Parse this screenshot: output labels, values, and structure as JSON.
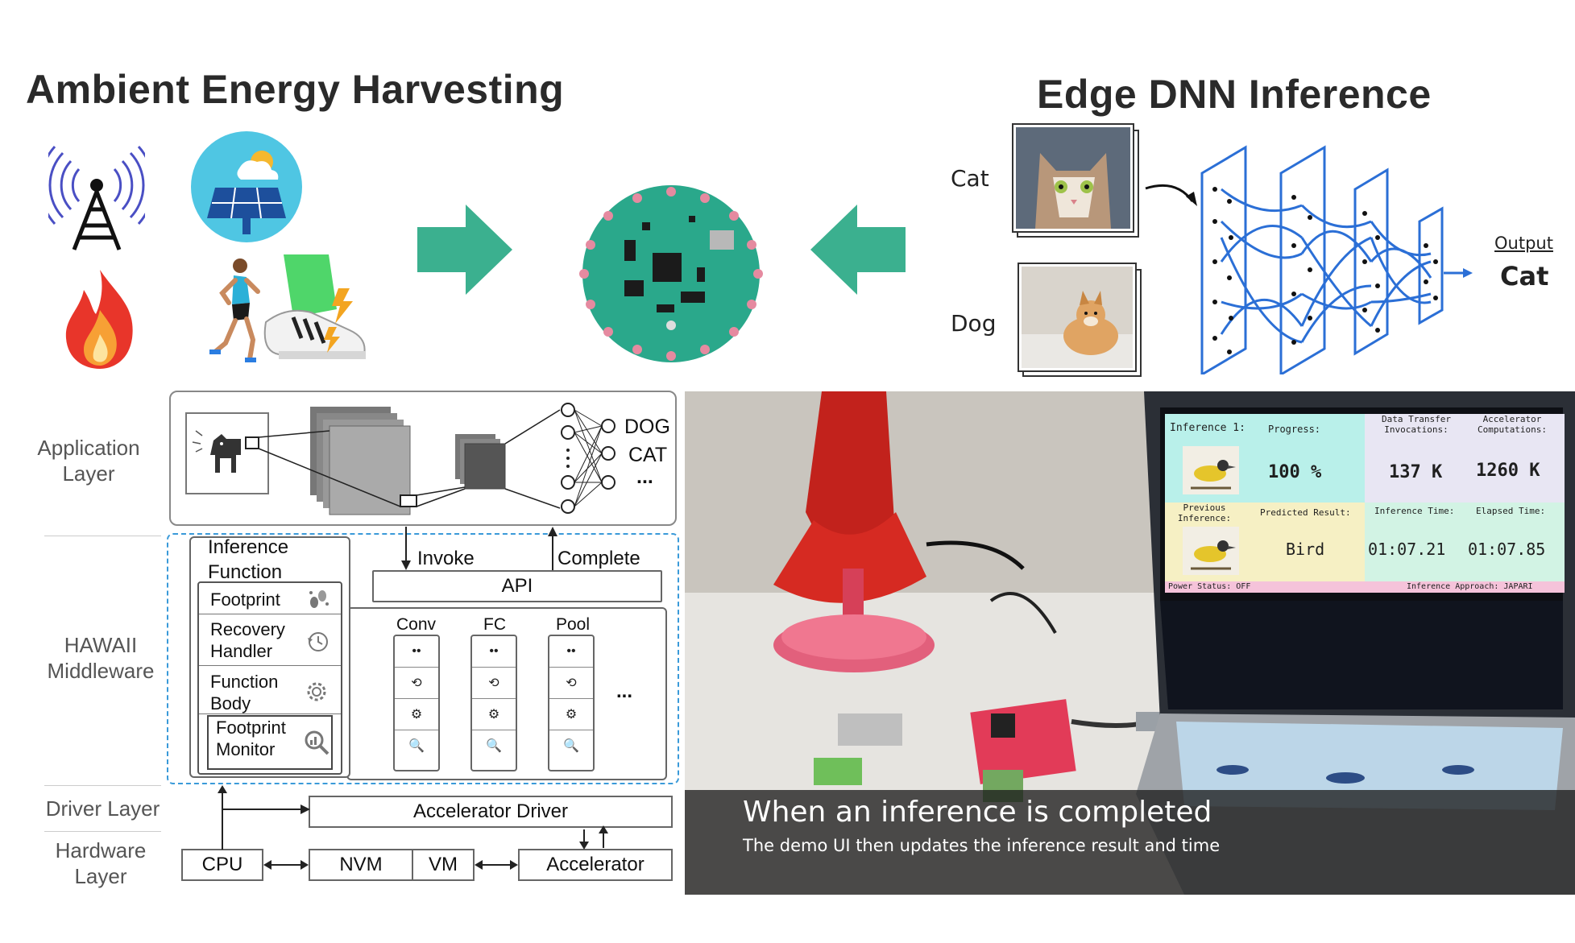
{
  "top": {
    "left_title": "Ambient Energy Harvesting",
    "right_title": "Edge DNN Inference",
    "input_labels": [
      "Cat",
      "Dog"
    ],
    "output_label": "Output",
    "output_value": "Cat",
    "icons": [
      "radio-tower-icon",
      "solar-panel-icon",
      "fire-icon",
      "runner-icon",
      "shoe-impact-icon",
      "circuit-board-icon",
      "neural-network-icon"
    ],
    "colors": {
      "arrow": "#3bb08f",
      "board": "#2aa88b",
      "nn": "#2b6fd6"
    }
  },
  "stack": {
    "layers": [
      "Application\nLayer",
      "HAWAII\nMiddleware",
      "Driver Layer",
      "Hardware\nLayer"
    ],
    "app_outputs": [
      "DOG",
      "CAT",
      "..."
    ],
    "invoke": "Invoke",
    "complete": "Complete",
    "api": "API",
    "inference_function_title": "Inference\nFunction",
    "inference_function_items": [
      "Footprint",
      "Recovery\nHandler",
      "Function\nBody",
      "Footprint\nMonitor"
    ],
    "modules": [
      "Conv",
      "FC",
      "Pool"
    ],
    "modules_more": "...",
    "driver": "Accelerator Driver",
    "hardware": [
      "CPU",
      "NVM",
      "VM",
      "Accelerator"
    ]
  },
  "demo": {
    "table": {
      "r1": {
        "c1": "Inference 1:",
        "c2": "Progress:",
        "c3": "Data Transfer\nInvocations:",
        "c4": "Accelerator\nComputations:"
      },
      "r2": {
        "c2": "100 %",
        "c3": "137 K",
        "c4": "1260 K"
      },
      "r3": {
        "c1": "Previous\nInference:",
        "c2": "Predicted Result:",
        "c3": "Inference Time:",
        "c4": "Elapsed Time:"
      },
      "r4": {
        "c2": "Bird",
        "c3": "01:07.21",
        "c4": "01:07.85"
      },
      "status_left": "Power Status: OFF",
      "status_right": "Inference Approach: JAPARI"
    },
    "caption_title": "When an inference is completed",
    "caption_sub": "The demo UI then updates the inference result and time"
  }
}
